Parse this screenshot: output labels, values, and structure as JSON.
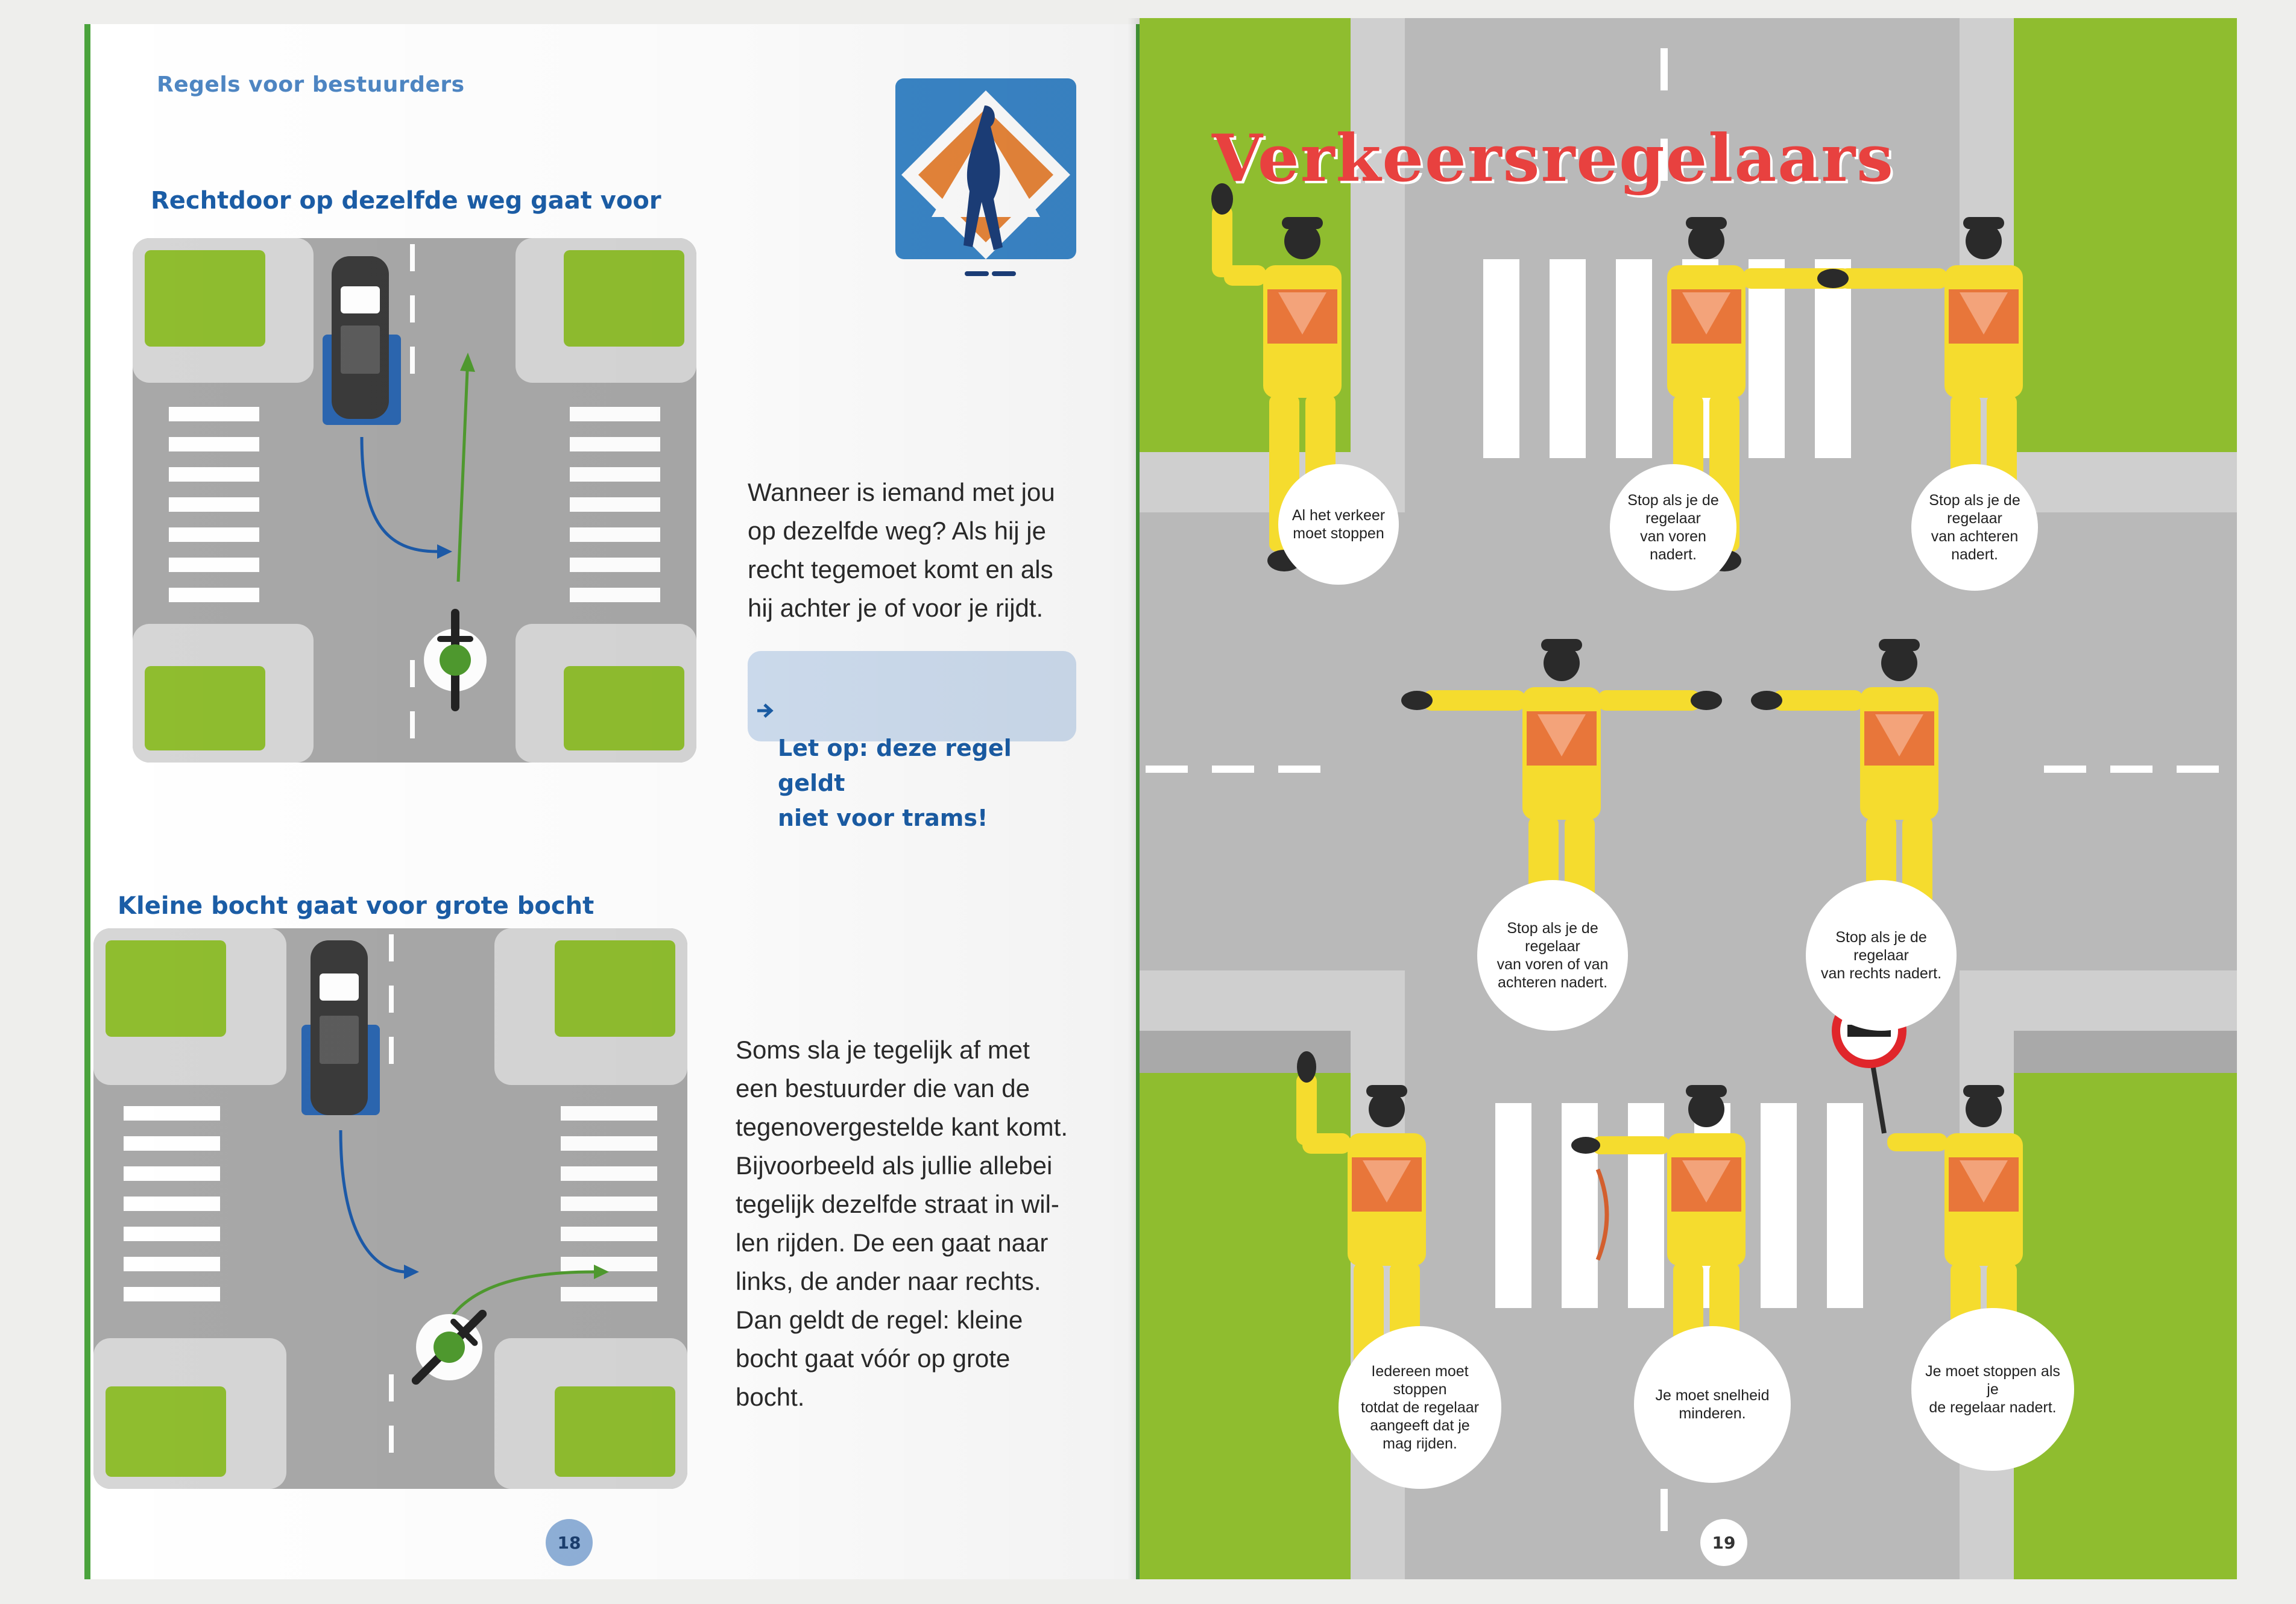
{
  "left_page": {
    "section_label": "Regels voor bestuurders",
    "heading_1": "Rechtdoor op dezelfde weg gaat voor",
    "text_1": "Wanneer is iemand met jou\nop dezelfde weg? Als hij je\nrecht tegemoet komt en als\nhij achter je of voor je rijdt.",
    "callout": "Let op: deze regel geldt\nniet voor trams!",
    "heading_2": "Kleine bocht gaat voor grote bocht",
    "text_2": "Soms sla je tegelijk af met\neen bestuurder die van de\ntegenovergestelde kant komt.\nBijvoorbeeld als jullie allebei\ntegelijk dezelfde straat in wil-\nlen rijden. De een gaat naar\nlinks, de ander naar rechts.\nDan geldt de regel: kleine\nbocht gaat vóór op grote\nbocht.",
    "page_number": "18"
  },
  "right_page": {
    "title": "Verkeersregelaars",
    "page_number": "19",
    "gestures": [
      {
        "caption": "Al het verkeer\nmoet stoppen"
      },
      {
        "caption": "Stop als je de regelaar\nvan voren nadert."
      },
      {
        "caption": "Stop als je de regelaar\nvan achteren nadert."
      },
      {
        "caption": "Stop als je de regelaar\nvan voren of van\nachteren nadert."
      },
      {
        "caption": "Stop als je de regelaar\nvan rechts nadert."
      },
      {
        "caption": "Iedereen moet stoppen\ntotdat de regelaar\naangeeft dat je\nmag rijden."
      },
      {
        "caption": "Je moet snelheid\nminderen."
      },
      {
        "caption": "Je moet stoppen als je\nde regelaar nadert."
      }
    ]
  },
  "colors": {
    "grass": "#8fbd2f",
    "road": "#a8a8a8",
    "sidewalk": "#d6d6d6",
    "vest_yellow": "#f5dc2e",
    "vest_orange": "#e8763a",
    "heading_blue": "#1b5da6",
    "title_red": "#e8413f",
    "sign_blue": "#3a86c8"
  },
  "icons": [
    "pedestrian-crossing-sign-icon",
    "no-entry-sign-icon",
    "car-icon",
    "cyclist-icon",
    "arrow-right-icon"
  ]
}
